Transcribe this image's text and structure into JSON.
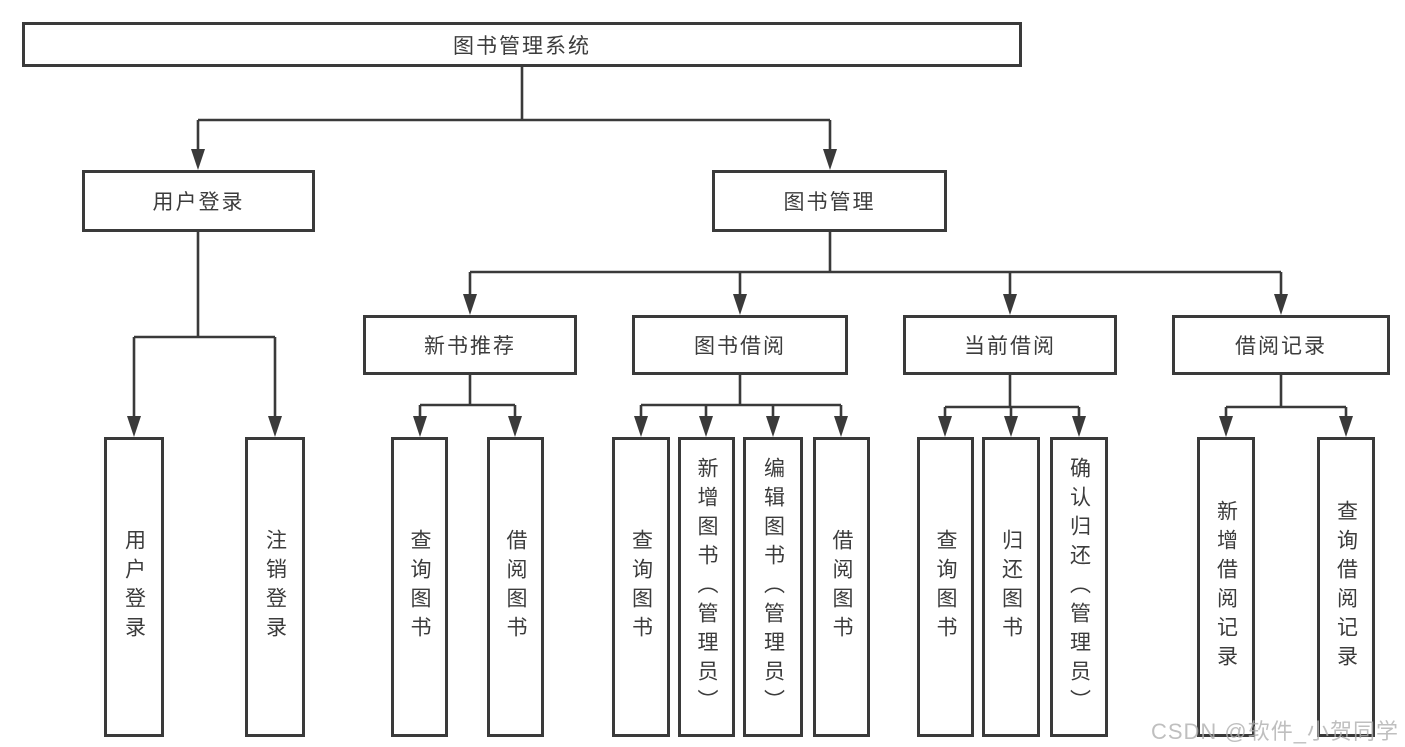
{
  "diagram": {
    "title": "图书管理系统",
    "nodes": {
      "root": "图书管理系统",
      "level2": [
        "用户登录",
        "图书管理"
      ],
      "level3": [
        "新书推荐",
        "图书借阅",
        "当前借阅",
        "借阅记录"
      ],
      "leaves": [
        "用户登录",
        "注销登录",
        "查询图书",
        "借阅图书",
        "查询图书",
        "新增图书（管理员）",
        "编辑图书（管理员）",
        "借阅图书",
        "查询图书",
        "归还图书",
        "确认归还（管理员）",
        "新增借阅记录",
        "查询借阅记录"
      ]
    },
    "colors": {
      "line": "#3a3a3a",
      "text": "#3c3c3c",
      "background": "#ffffff",
      "watermark": "#afafaf"
    },
    "watermark": "CSDN @软件_小贺同学"
  }
}
